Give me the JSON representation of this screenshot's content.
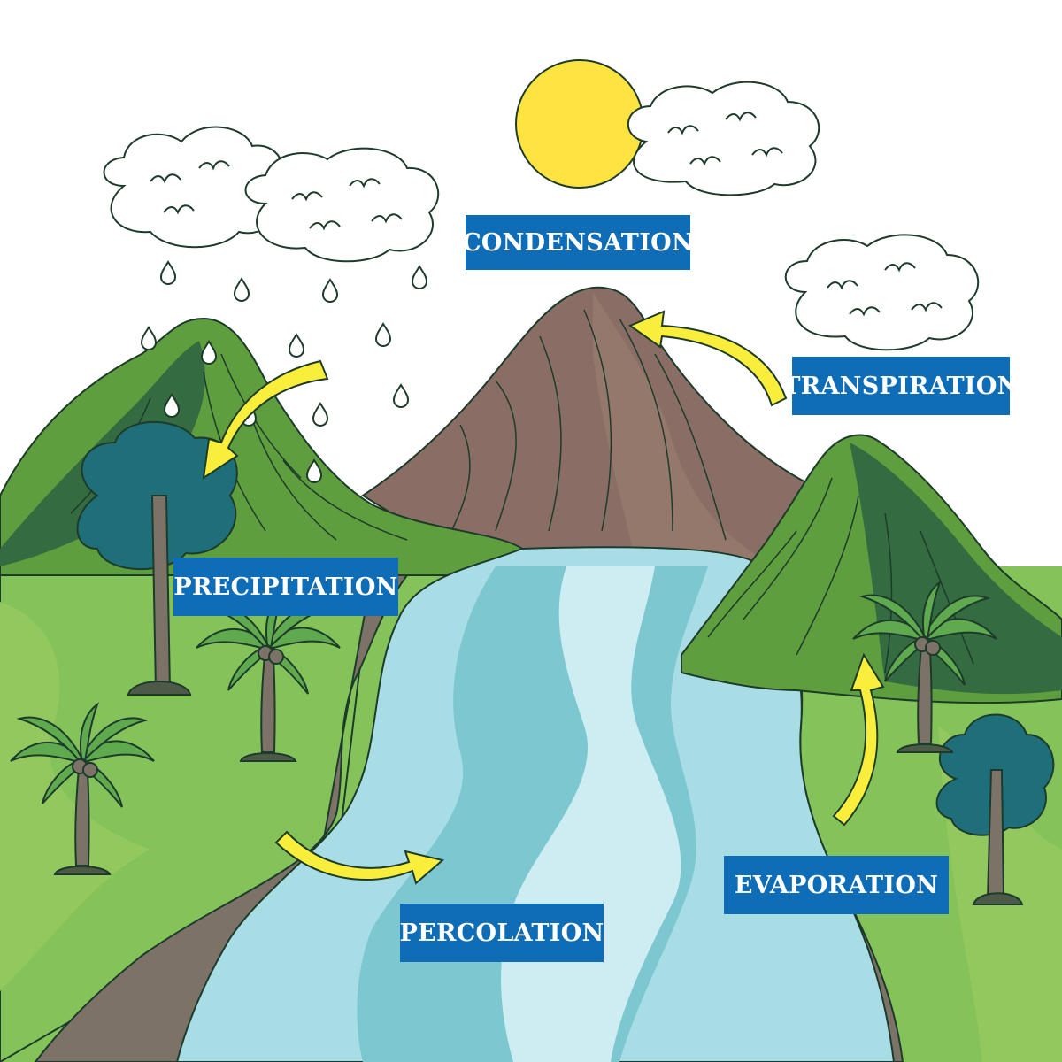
{
  "labels": {
    "condensation": "CONDENSATION",
    "transpiration": "TRANSPIRATION",
    "precipitation": "PRECIPITATION",
    "evaporation": "EVAPORATION",
    "percolation": "PERCOLATION"
  },
  "colors": {
    "label_bg": "#0f6cb6",
    "label_text": "#ffffff",
    "sun": "#ffe340",
    "arrow": "#f9ee3c",
    "mountain_brown": "#8a6e65",
    "hill_green": "#5f9e3e",
    "hill_dark": "#356b41",
    "grass": "#84c35a",
    "grass_light": "#93c85e",
    "river_light": "#cdedf3",
    "river_mid": "#a9dde6",
    "river_dark": "#7dc8d0",
    "riverbank": "#7d7268",
    "tree_teal": "#1f6f7b",
    "palm_green": "#5fa94e",
    "outline": "#1d3b2a"
  },
  "icons": [
    "sun-icon",
    "cloud-icon",
    "raindrop-icon",
    "arrow-icon",
    "tree-icon",
    "palm-tree-icon",
    "mountain-icon"
  ]
}
